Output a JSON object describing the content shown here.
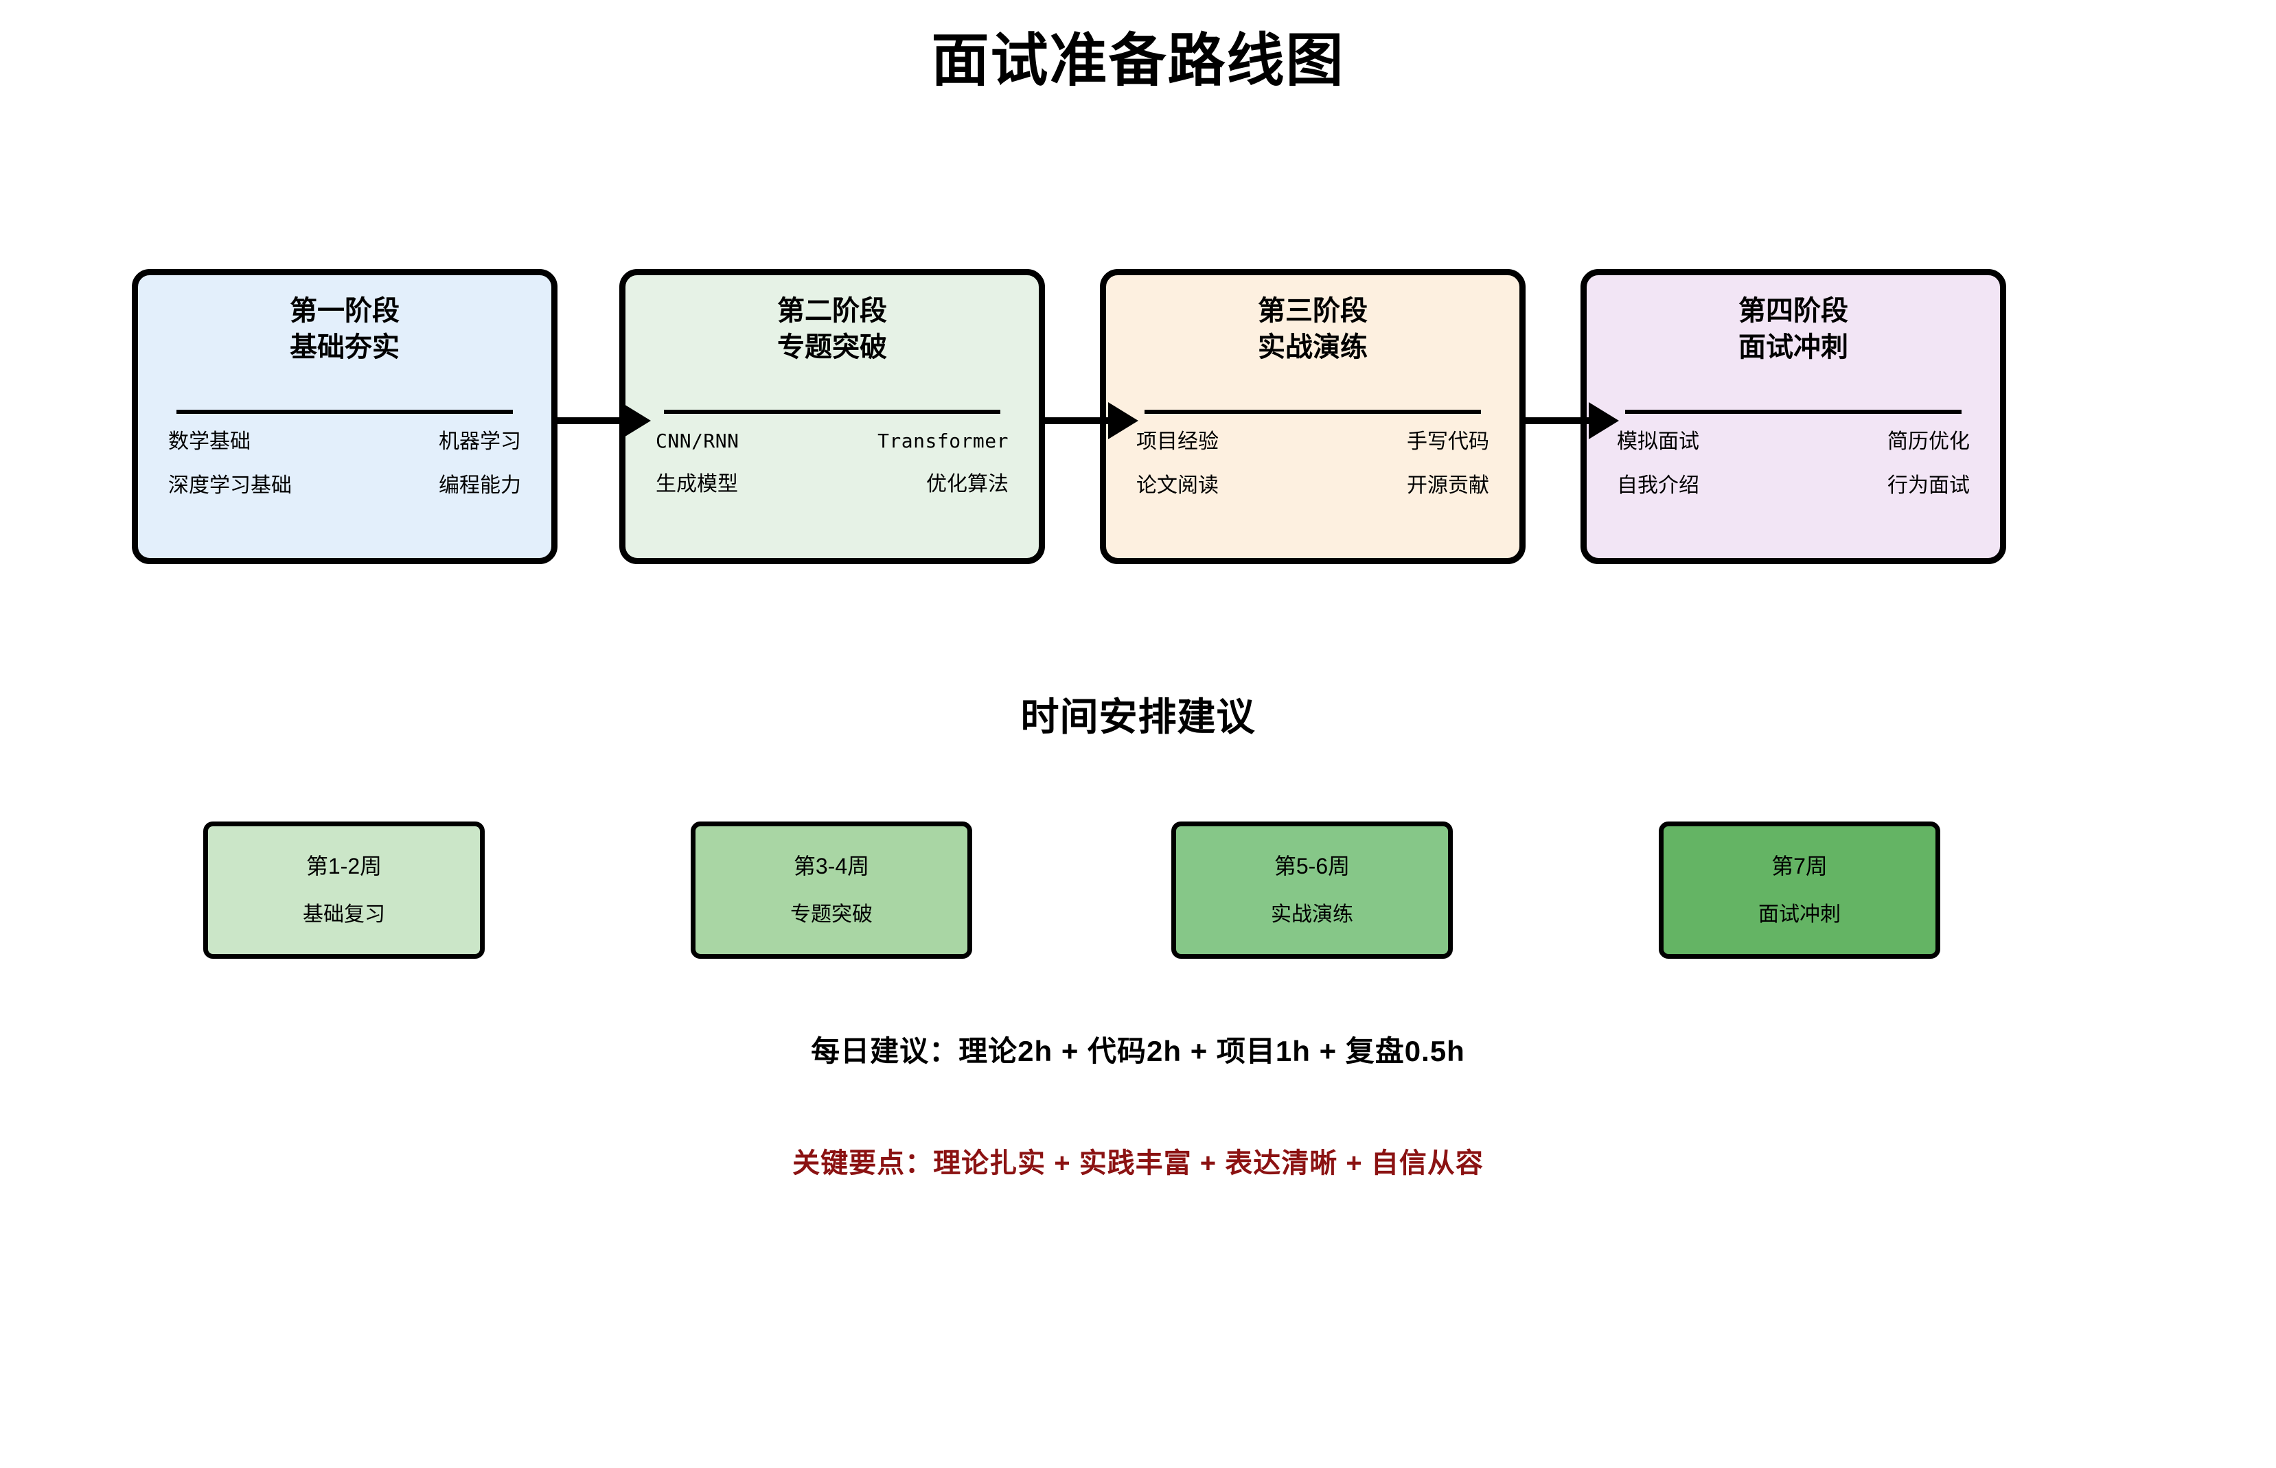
{
  "title": "面试准备路线图",
  "stages": [
    {
      "name": "stage-1",
      "heading_line1": "第一阶段",
      "heading_line2": "基础夯实",
      "fill": "#E3EFFB",
      "items": [
        "数学基础",
        "机器学习",
        "深度学习基础",
        "编程能力"
      ],
      "mono": false
    },
    {
      "name": "stage-2",
      "heading_line1": "第二阶段",
      "heading_line2": "专题突破",
      "fill": "#E6F2E6",
      "items": [
        "CNN/RNN",
        "Transformer",
        "生成模型",
        "优化算法"
      ],
      "mono": true
    },
    {
      "name": "stage-3",
      "heading_line1": "第三阶段",
      "heading_line2": "实战演练",
      "fill": "#FDF0E0",
      "items": [
        "项目经验",
        "手写代码",
        "论文阅读",
        "开源贡献"
      ],
      "mono": false
    },
    {
      "name": "stage-4",
      "heading_line1": "第四阶段",
      "heading_line2": "面试冲刺",
      "fill": "#F2E5F5",
      "items": [
        "模拟面试",
        "简历优化",
        "自我介绍",
        "行为面试"
      ],
      "mono": false
    }
  ],
  "schedule": {
    "section_title": "时间安排建议",
    "weeks": [
      {
        "label": "第1-2周",
        "desc": "基础复习",
        "fill": "#CBE6C8"
      },
      {
        "label": "第3-4周",
        "desc": "专题突破",
        "fill": "#A9D6A4"
      },
      {
        "label": "第5-6周",
        "desc": "实战演练",
        "fill": "#86C788"
      },
      {
        "label": "第7周",
        "desc": "面试冲刺",
        "fill": "#64B464"
      }
    ]
  },
  "notes": {
    "daily": "每日建议：理论2h + 代码2h + 项目1h + 复盘0.5h",
    "key_points": "关键要点：理论扎实 + 实践丰富 + 表达清晰 + 自信从容",
    "key_points_color": "#8B1212"
  }
}
